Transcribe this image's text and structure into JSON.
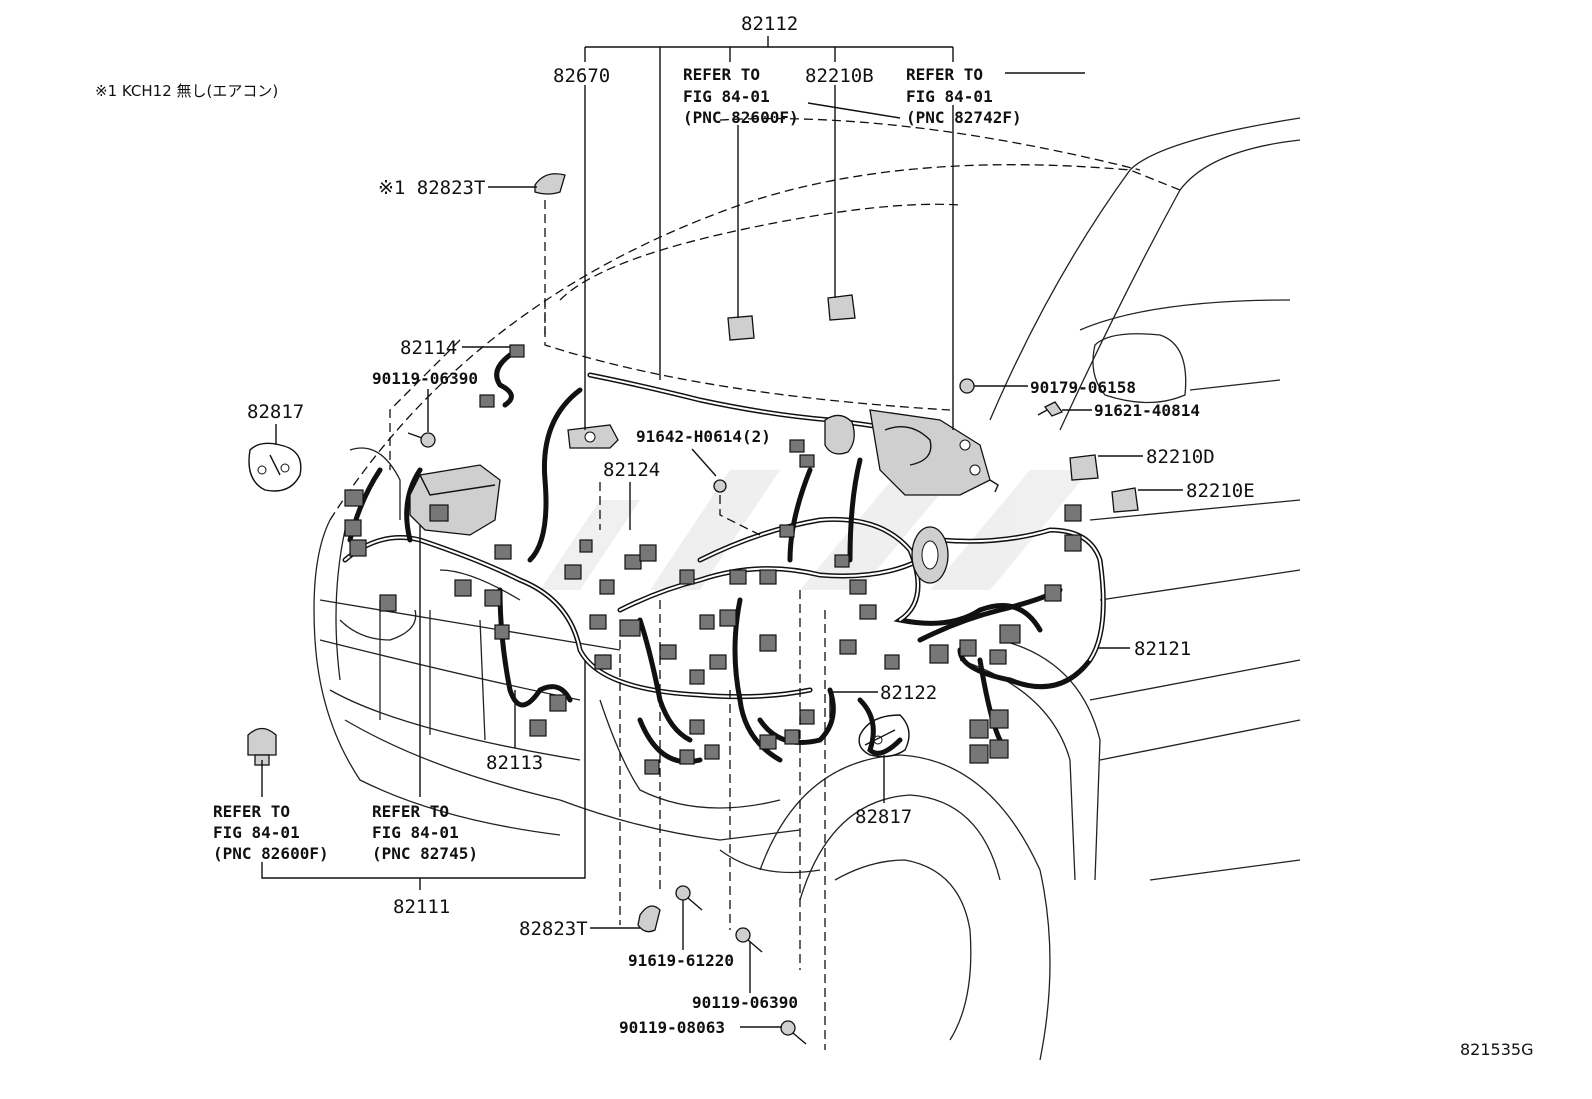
{
  "note": "※1 KCH12  無し(エアコン)",
  "drawing_code": "821535G",
  "labels": {
    "p82112": "82112",
    "p82670": "82670",
    "p82210B": "82210B",
    "ref1_l1": "REFER TO",
    "ref1_l2": "FIG 84-01",
    "ref1_l3": "(PNC 82600F)",
    "ref2_l1": "REFER TO",
    "ref2_l2": "FIG 84-01",
    "ref2_l3": "(PNC 82742F)",
    "p82823T_top": "※1 82823T",
    "p82114": "82114",
    "p90119_06390_a": "90119-06390",
    "p82817_a": "82817",
    "p90179_06158": "90179-06158",
    "p91621_40814": "91621-40814",
    "p91642_H0614": "91642-H0614(2)",
    "p82124": "82124",
    "p82210D": "82210D",
    "p82210E": "82210E",
    "p82121": "82121",
    "p82122": "82122",
    "p82113": "82113",
    "p82817_b": "82817",
    "ref3_l1": "REFER TO",
    "ref3_l2": "FIG 84-01",
    "ref3_l3": "(PNC 82600F)",
    "ref4_l1": "REFER TO",
    "ref4_l2": "FIG 84-01",
    "ref4_l3": "(PNC 82745)",
    "p82111": "82111",
    "p82823T_bot": "82823T",
    "p91619_61220": "91619-61220",
    "p90119_06390_b": "90119-06390",
    "p90119_08063": "90119-08063"
  }
}
